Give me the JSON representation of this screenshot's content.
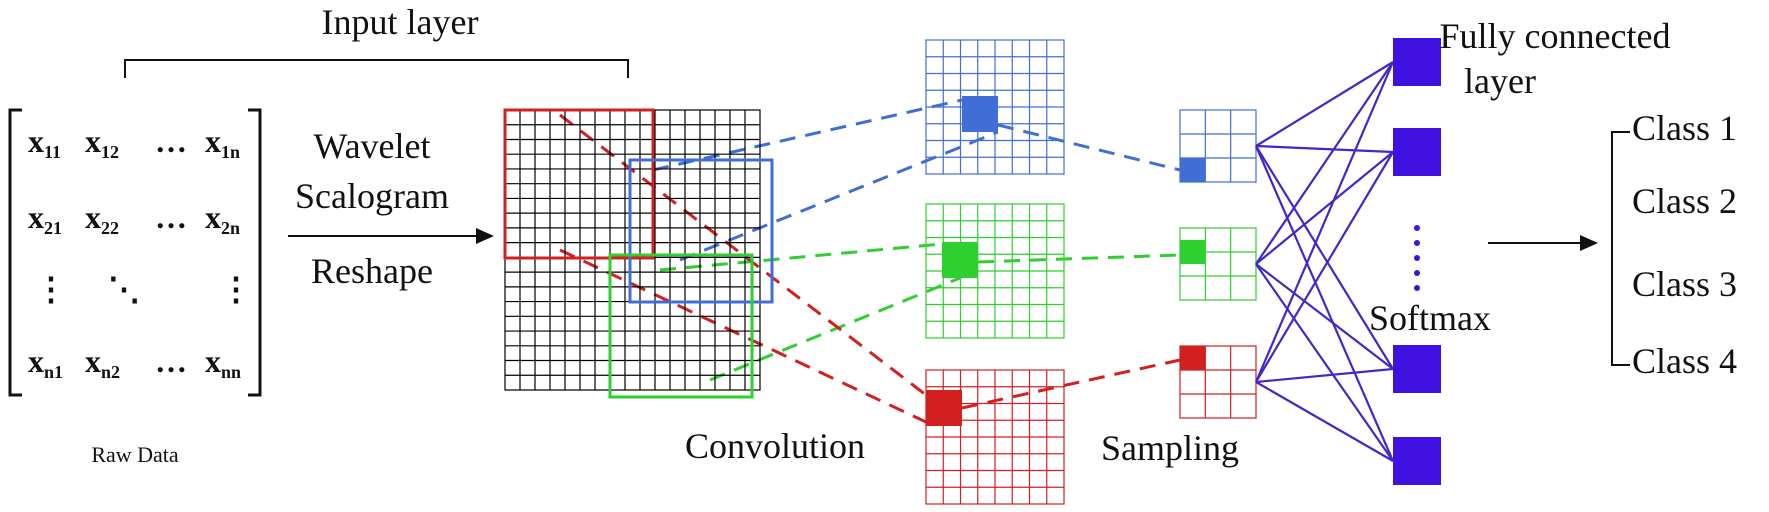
{
  "input_layer_label": "Input layer",
  "matrix": {
    "rows": [
      {
        "c1": "x",
        "s1": "11",
        "c2": "x",
        "s2": "12",
        "c3": "…",
        "c4": "x",
        "s4": "1n"
      },
      {
        "c1": "x",
        "s1": "21",
        "c2": "x",
        "s2": "22",
        "c3": "…",
        "c4": "x",
        "s4": "2n"
      },
      {
        "c1": "⋮",
        "s1": "",
        "c2": "⋱",
        "s2": "",
        "c3": "",
        "c4": "⋮",
        "s4": ""
      },
      {
        "c1": "x",
        "s1": "n1",
        "c2": "x",
        "s2": "n2",
        "c3": "…",
        "c4": "x",
        "s4": "nn"
      }
    ]
  },
  "raw_data_label": "Raw Data",
  "transform_labels": [
    "Wavelet",
    "Scalogram",
    "Reshape"
  ],
  "convolution_label": "Convolution",
  "sampling_label": "Sampling",
  "fully_connected_label": [
    "Fully connected",
    "layer"
  ],
  "softmax_label": "Softmax",
  "classes": [
    "Class 1",
    "Class 2",
    "Class 3",
    "Class 4"
  ],
  "colors": {
    "input_grid": "#000000",
    "red": "#d22020",
    "blue": "#3f6fd6",
    "green": "#2fcf2f",
    "neuron": "#3f10e0",
    "fc_lines": "#4526c8"
  }
}
